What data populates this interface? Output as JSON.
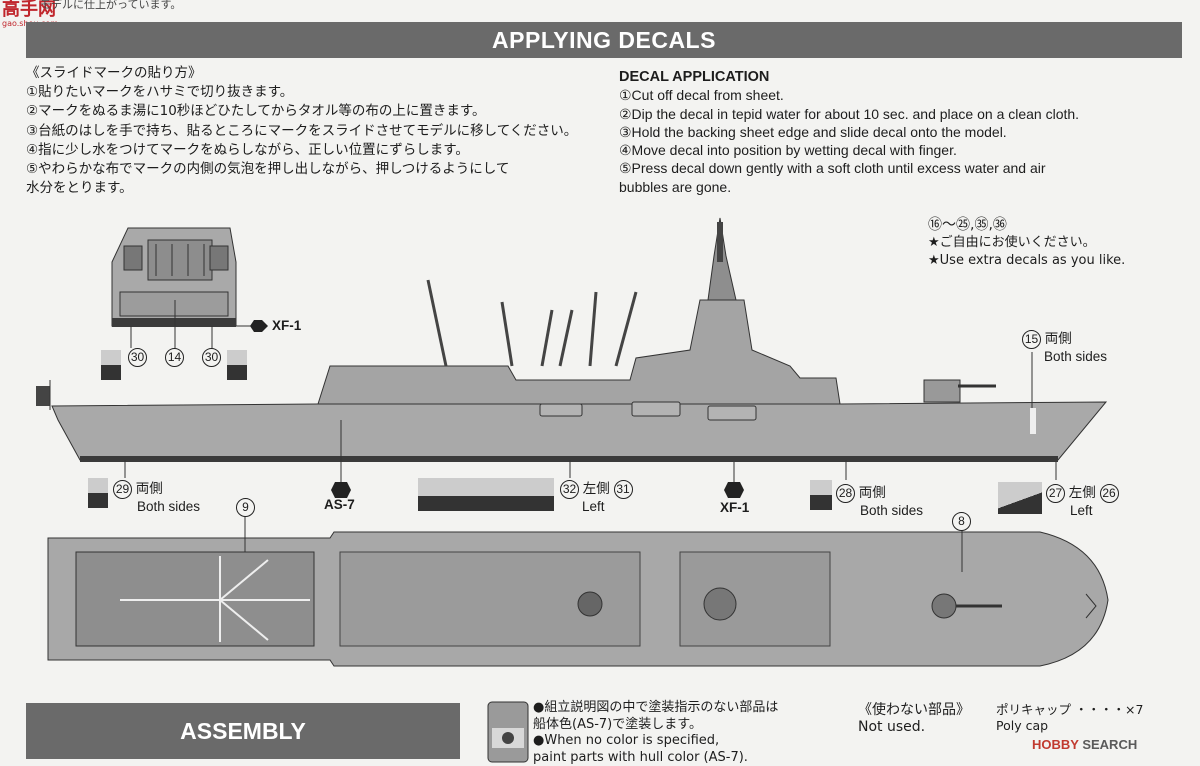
{
  "site_logo": {
    "text": "高手网",
    "sub": "gao.shou.com"
  },
  "top_strip": "モデルに仕上がっています。",
  "applying_title": "APPLYING DECALS",
  "jp_instructions": {
    "title": "《スライドマークの貼り方》",
    "steps": [
      "①貼りたいマークをハサミで切り抜きます。",
      "②マークをぬるま湯に10秒ほどひたしてからタオル等の布の上に置きます。",
      "③台紙のはしを手で持ち、貼るところにマークをスライドさせてモデルに移してください。",
      "④指に少し水をつけてマークをぬらしながら、正しい位置にずらします。",
      "⑤やわらかな布でマークの内側の気泡を押し出しながら、押しつけるようにして",
      "水分をとります。"
    ]
  },
  "en_instructions": {
    "title": "DECAL APPLICATION",
    "steps": [
      "①Cut off decal from sheet.",
      "②Dip the decal in tepid water for about 10 sec. and place on a clean cloth.",
      "③Hold the backing sheet edge and slide decal onto the model.",
      "④Move decal into position by wetting decal with finger.",
      "⑤Press decal down gently with a soft cloth until excess water and air",
      "bubbles are gone."
    ]
  },
  "extra_decals": {
    "numbers": "⑯～㉕,㉟,㊱",
    "jp": "★ご自由にお使いください。",
    "en": "★Use extra decals as you like."
  },
  "callouts": {
    "c30a": "30",
    "c14": "14",
    "c30b": "30",
    "c15": "15",
    "both_jp_15": "両側",
    "both_en_15": "Both sides",
    "c29": "29",
    "both_jp_29": "両側",
    "both_en_29": "Both sides",
    "c32": "32",
    "left_jp_32": "左側",
    "c31": "31",
    "left_en_32": "Left",
    "c28": "28",
    "both_jp_28": "両側",
    "both_en_28": "Both sides",
    "c27": "27",
    "left_jp_27": "左側",
    "c26": "26",
    "left_en_27": "Left",
    "c9": "9",
    "c8": "8"
  },
  "colors_labels": {
    "xf1_top": "XF-1",
    "as7": "AS-7",
    "xf1_mid": "XF-1"
  },
  "assembly_title": "ASSEMBLY",
  "paint_note": {
    "jp1": "●組立説明図の中で塗装指示のない部品は",
    "jp2": "船体色(AS-7)で塗装します。",
    "en1": "●When no color is specified,",
    "en2": "paint parts with hull color (AS-7)."
  },
  "unused": {
    "jp": "《使わない部品》",
    "en": "Not used."
  },
  "poly": {
    "jp": "ポリキャップ ・・・・×7",
    "en": "Poly cap"
  },
  "footer_logo": {
    "brand": "HOBBY",
    "suffix": " SEARCH"
  },
  "colors": {
    "hull": "#a6a6a6",
    "deck": "#8f8f8f",
    "dark": "#3a3a3a",
    "banner": "#6a6a6a"
  }
}
